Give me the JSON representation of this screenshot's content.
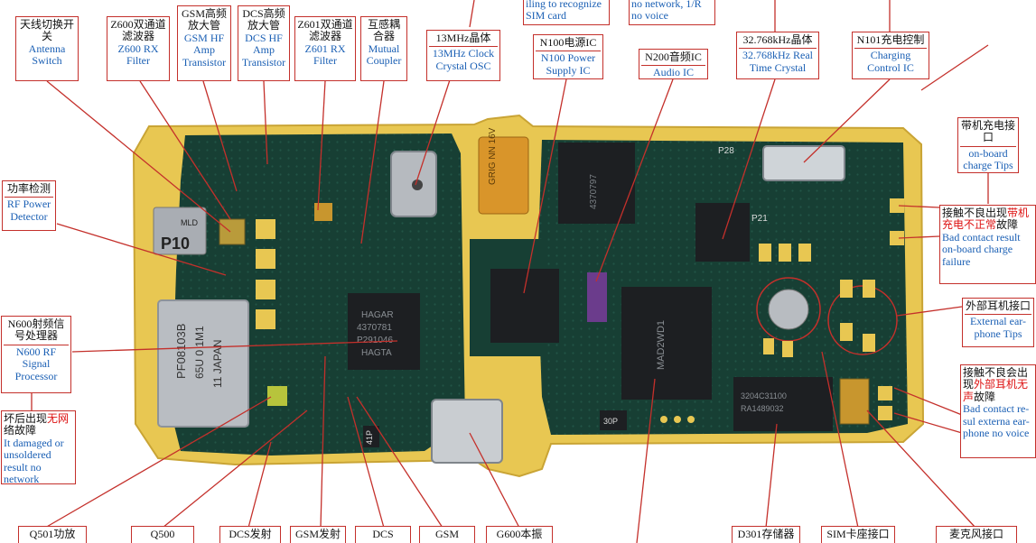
{
  "labels": {
    "antenna": {
      "cn": "天线切换开关",
      "en": "Antenna Switch"
    },
    "z600": {
      "cn": "Z600双通道滤波器",
      "en": "Z600 RX Filter"
    },
    "gsm_amp": {
      "cn": "GSM高频放大管",
      "en": "GSM HF Amp Transistor"
    },
    "dcs_amp": {
      "cn": "DCS高频放大管",
      "en": "DCS HF Amp Transistor"
    },
    "z601": {
      "cn": "Z601双通道滤波器",
      "en": "Z601 RX Filter"
    },
    "coupler": {
      "cn": "互感耦合器",
      "en": "Mutual Coupler"
    },
    "crystal13": {
      "cn": "13MHz晶体",
      "en": "13MHz Clock Crystal OSC"
    },
    "sim_recog": {
      "en": "iling to recognize SIM card"
    },
    "n100": {
      "cn": "N100电源IC",
      "en": "N100 Power Supply IC"
    },
    "nonetwork": {
      "en": "no network, 1/R no voice"
    },
    "n200": {
      "cn": "N200音频IC",
      "en": "Audio IC"
    },
    "crystal32": {
      "cn": "32.768kHz晶体",
      "en": "32.768kHz Real Time Crystal"
    },
    "n101": {
      "cn": "N101充电控制",
      "en": "Charging Control IC"
    },
    "charge_port": {
      "cn": "带机充电接口",
      "en": "on-board charge Tips"
    },
    "bad_charge": {
      "cn_a": "接触不良出现",
      "cn_red": "带机充电不正常",
      "cn_b": "故障",
      "en": "Bad contact result on-board charge failure"
    },
    "rf_detect": {
      "cn": "功率检测",
      "en": "RF Power Detector"
    },
    "n600": {
      "cn": "N600射频信号处理器",
      "en": "N600 RF Signal Processor"
    },
    "damaged": {
      "cn_a": "坏后出现",
      "cn_red": "无网",
      "cn_b": "络故障",
      "en": "It damaged or unsoldered result no network"
    },
    "ext_ear": {
      "cn": "外部耳机接口",
      "en": "External ear-phone Tips"
    },
    "bad_ear": {
      "cn_a": "接触不良会出现",
      "cn_red": "外部耳机无声",
      "cn_b": "故障",
      "en": "Bad contact re-sul externa ear-phone no voice"
    },
    "q501": {
      "cn": "Q501功放"
    },
    "q500": {
      "cn": "Q500"
    },
    "dcs_tx": {
      "cn": "DCS发射"
    },
    "gsm_tx": {
      "cn": "GSM发射"
    },
    "dcs_b": {
      "en": "DCS"
    },
    "gsm_b": {
      "en": "GSM"
    },
    "g600": {
      "cn": "G600本振"
    },
    "d301": {
      "cn": "D301存储器"
    },
    "sim_slot": {
      "cn": "SIM卡座接口"
    },
    "mic": {
      "cn": "麦克风接口"
    }
  },
  "chips": {
    "p10": "P10",
    "pf": "PF08103B",
    "pf2": "65U 0 1M1",
    "pf3": "11 JAPAN",
    "hagar": "HAGAR",
    "hagar2": "4370781",
    "hagar3": "P291046",
    "hagar4": "HAGTA",
    "tant": "GRIG NN 16V",
    "n100chip": "4370797",
    "madchip": "MAD2WD1",
    "mem": "3204C31100",
    "mem2": "RA1489032",
    "p28": "P28",
    "p21": "P21",
    "p41": "41P",
    "p30": "30P",
    "mld": "MLD"
  },
  "colors": {
    "label_border": "#c4302b",
    "english_text": "#1a5fb4",
    "leader_line": "#c4302b",
    "board": "#e8c752",
    "pcb": "#173f34"
  }
}
